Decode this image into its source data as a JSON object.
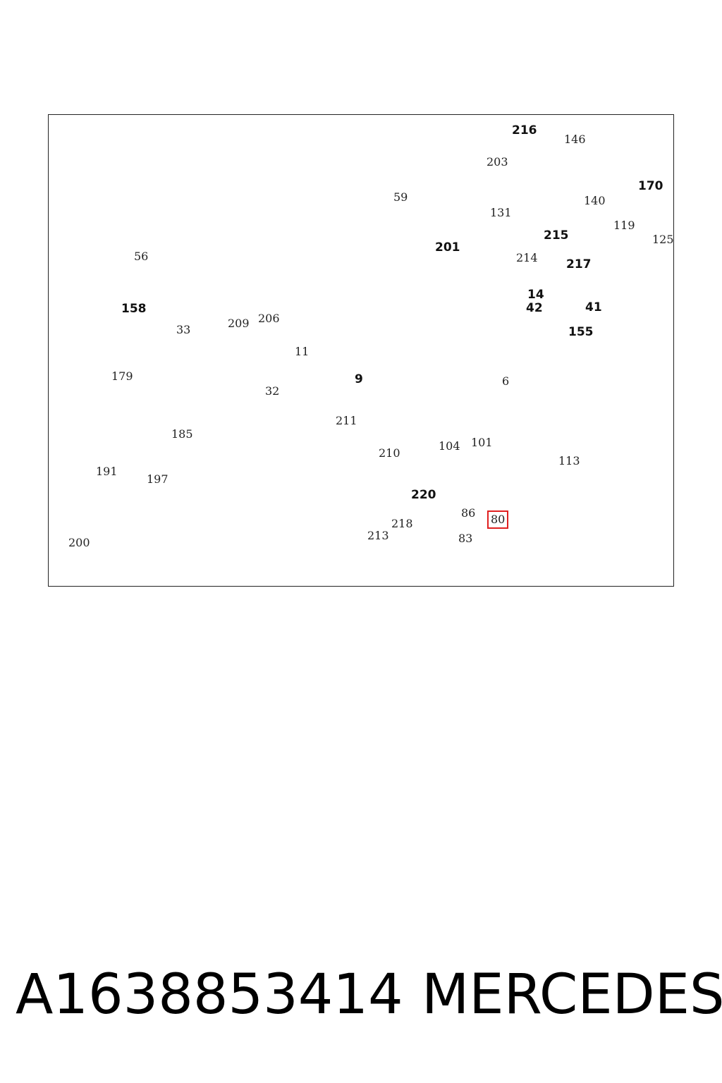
{
  "diagram": {
    "part_labels": {
      "p216": "216",
      "p146": "146",
      "p203": "203",
      "p170": "170",
      "p59": "59",
      "p131": "131",
      "p140": "140",
      "p215": "215",
      "p119": "119",
      "p125": "125",
      "p56": "56",
      "p201": "201",
      "p214": "214",
      "p217": "217",
      "p14": "14",
      "p42": "42",
      "p41": "41",
      "p158": "158",
      "p209": "209",
      "p206": "206",
      "p33": "33",
      "p155": "155",
      "p11": "11",
      "p9": "9",
      "p6": "6",
      "p179": "179",
      "p32": "32",
      "p185": "185",
      "p211": "211",
      "p210": "210",
      "p104": "104",
      "p101": "101",
      "p113": "113",
      "p191": "191",
      "p197": "197",
      "p220": "220",
      "p86": "86",
      "p218": "218",
      "p80": "80",
      "p200": "200",
      "p213": "213",
      "p83": "83"
    },
    "highlighted_part": "80",
    "highlight_color": "#e02020"
  },
  "footer": {
    "part_number": "A1638853414",
    "brand": "MERCEDES"
  }
}
